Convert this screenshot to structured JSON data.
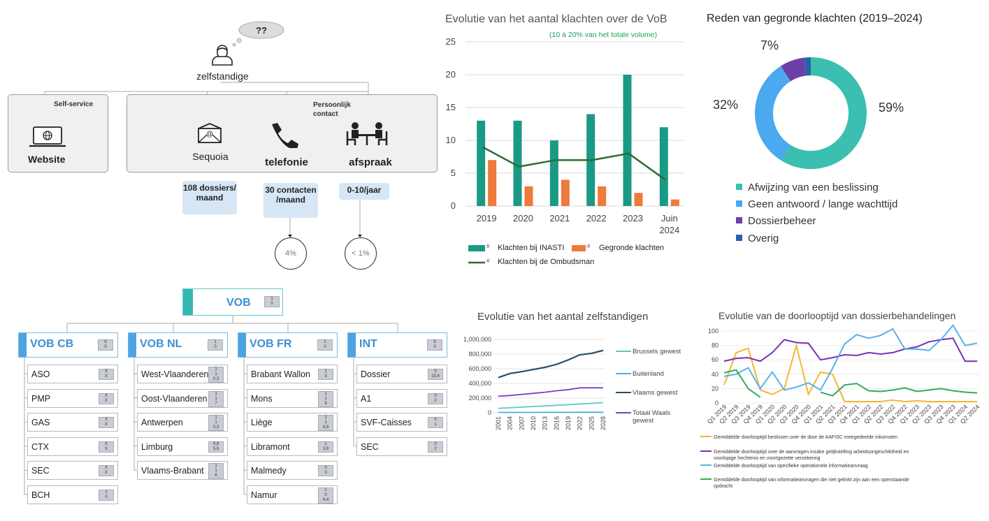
{
  "flow": {
    "bubble_text": "??",
    "person_label": "zelfstandige",
    "selfservice_label": "Self-service",
    "website_label": "Website",
    "personal_label": "Persoonlijk contact",
    "channels": [
      {
        "name": "Sequoia",
        "icon": "mail-icon",
        "stat": "108 dossiers/ maand"
      },
      {
        "name": "telefonie",
        "icon": "phone-icon",
        "stat": "30 contacten /maand",
        "share": "4%"
      },
      {
        "name": "afspraak",
        "icon": "meeting-icon",
        "stat": "0-10/jaar",
        "share": "< 1%"
      }
    ]
  },
  "org": {
    "root": {
      "name": "VOB",
      "values": [
        "1",
        "0"
      ]
    },
    "columns": [
      {
        "name": "VOB CB",
        "values": [
          "X",
          "0"
        ],
        "items": [
          {
            "name": "ASO",
            "values": [
              "X",
              "X"
            ]
          },
          {
            "name": "PMP",
            "values": [
              "X",
              "X"
            ]
          },
          {
            "name": "GAS",
            "values": [
              "X",
              "X"
            ]
          },
          {
            "name": "CTX",
            "values": [
              "X",
              "X"
            ]
          },
          {
            "name": "SEC",
            "values": [
              "X",
              "X"
            ]
          },
          {
            "name": "BCH",
            "values": [
              "1",
              "0"
            ]
          }
        ]
      },
      {
        "name": "VOB NL",
        "values": [
          "1",
          "0"
        ],
        "items": [
          {
            "name": "West-Vlaanderen",
            "values": [
              "1",
              "1",
              "0,3"
            ]
          },
          {
            "name": "Oost-Vlaanderen",
            "values": [
              "1",
              "1",
              "7"
            ]
          },
          {
            "name": "Antwerpen",
            "values": [
              "1",
              "1",
              "0,3"
            ]
          },
          {
            "name": "Limburg",
            "values": [
              "0,8",
              "5,6"
            ]
          },
          {
            "name": "Vlaams-Brabant",
            "values": [
              "1",
              "1",
              "6"
            ]
          }
        ]
      },
      {
        "name": "VOB FR",
        "values": [
          "1",
          "0"
        ],
        "items": [
          {
            "name": "Brabant Wallon",
            "values": [
              "1",
              "3"
            ]
          },
          {
            "name": "Mons",
            "values": [
              "1",
              "1",
              "8"
            ]
          },
          {
            "name": "Liège",
            "values": [
              "1",
              "1",
              "6,9"
            ]
          },
          {
            "name": "Libramont",
            "values": [
              "1",
              "3,8"
            ]
          },
          {
            "name": "Malmedy",
            "values": [
              "0",
              "3"
            ]
          },
          {
            "name": "Namur",
            "values": [
              "1",
              "0",
              "4,4"
            ]
          }
        ]
      },
      {
        "name": "INT",
        "values": [
          "5",
          "0"
        ],
        "items": [
          {
            "name": "Dossier",
            "values": [
              "0",
              "15,6"
            ]
          },
          {
            "name": "A1",
            "values": [
              "0",
              "2"
            ]
          },
          {
            "name": "SVF-Caisses",
            "values": [
              "0",
              "1"
            ]
          },
          {
            "name": "SEC",
            "values": [
              "0",
              "2"
            ]
          }
        ]
      }
    ]
  },
  "chart_data": [
    {
      "type": "bar",
      "title": "Evolutie van het aantal klachten over de VoB",
      "annotation": "(10 à 20% van het totale volume)",
      "categories": [
        "2019",
        "2020",
        "2021",
        "2022",
        "2023",
        "Juin 2024"
      ],
      "ylim": [
        0,
        25
      ],
      "yticks": [
        0,
        5,
        10,
        15,
        20,
        25
      ],
      "grid": true,
      "series": [
        {
          "name": "Klachten bij INASTI",
          "kind": "bar",
          "color": "#1a9a84",
          "values": [
            13,
            13,
            10,
            14,
            20,
            12
          ]
        },
        {
          "name": "Gegronde klachten",
          "kind": "bar",
          "color": "#ee7a3b",
          "values": [
            7,
            3,
            4,
            3,
            2,
            1
          ]
        },
        {
          "name": "Klachten bij de Ombudsman",
          "kind": "line",
          "color": "#2e6b33",
          "values": [
            9,
            6,
            7,
            7,
            8,
            4
          ]
        }
      ],
      "legend_prefix": "#"
    },
    {
      "type": "pie",
      "title": "Reden van gegronde klachten (2019–2024)",
      "slices": [
        {
          "label": "Afwijzing van een beslissing",
          "value": 59,
          "display": "59%",
          "color": "#3bbfb1"
        },
        {
          "label": "Geen antwoord / lange wachttijd",
          "value": 32,
          "display": "32%",
          "color": "#4aa9ef"
        },
        {
          "label": "Dossierbeheer",
          "value": 7,
          "display": "7%",
          "color": "#6d3ea7"
        },
        {
          "label": "Overig",
          "value": 2,
          "display": "",
          "color": "#2a62a6"
        }
      ]
    },
    {
      "type": "line",
      "title": "Evolutie van het aantal zelfstandigen",
      "x": [
        2001,
        2004,
        2007,
        2010,
        2013,
        2016,
        2019,
        2022,
        2025,
        2028
      ],
      "xticks": [
        "2001",
        "2004",
        "2007",
        "2010",
        "2013",
        "2016",
        "2019",
        "2022",
        "2025",
        "2028"
      ],
      "ylim": [
        0,
        1000000
      ],
      "yticks": [
        "0",
        "200,000",
        "400,000",
        "600,000",
        "800,000",
        "1,000,000"
      ],
      "series": [
        {
          "name": "Brussels gewest",
          "color": "#5cc9c9",
          "values": [
            60000,
            68000,
            77000,
            86000,
            93000,
            101000,
            110000,
            120000,
            128000,
            138000
          ]
        },
        {
          "name": "Buitenland",
          "color": "#4aa9ef",
          "values": [
            5000,
            5000,
            5000,
            5000,
            6000,
            6000,
            6000,
            7000,
            7000,
            7000
          ]
        },
        {
          "name": "Vlaams gewest",
          "color": "#24506a",
          "values": [
            480000,
            535000,
            560000,
            590000,
            620000,
            660000,
            720000,
            790000,
            810000,
            850000
          ]
        },
        {
          "name": "Totaal Waals gewest",
          "color": "#7a3ec9",
          "values": [
            225000,
            235000,
            250000,
            265000,
            280000,
            300000,
            315000,
            340000,
            340000,
            340000
          ]
        }
      ]
    },
    {
      "type": "line",
      "title": "Evolutie van de doorlooptijd van dossierbehandelingen",
      "categories": [
        "Q1 2019",
        "Q2 2019",
        "Q3 2019",
        "Q4 2019",
        "Q1 2020",
        "Q2 2020",
        "Q3 2020",
        "Q4 2020",
        "Q1 2021",
        "Q2 2021",
        "Q3 2021",
        "Q4 2021",
        "Q1 2022",
        "Q2 2022",
        "Q3 2022",
        "Q4 2022",
        "Q1 2023",
        "Q2 2023",
        "Q3 2023",
        "Q4 2023",
        "Q1 2024",
        "Q2 2024"
      ],
      "ylim": [
        0,
        100
      ],
      "yticks": [
        0,
        20,
        40,
        60,
        80,
        100
      ],
      "series": [
        {
          "name": "Gemiddelde doorlooptijd beslissen over de door de AAFISC meegedeelde inkomsten",
          "color": "#f5b731",
          "values": [
            25,
            70,
            76,
            18,
            12,
            20,
            80,
            12,
            43,
            40,
            2,
            2,
            2,
            2,
            4,
            2,
            3,
            2,
            2,
            2,
            2,
            2
          ]
        },
        {
          "name": "Gemiddelde doorlooptijd over de aanvragen inzake gelijkstelling arbeidsongeschiktheid en voorlopige hechtenis en voortgezette verzekering",
          "color": "#7a2fb8",
          "values": [
            58,
            62,
            63,
            58,
            70,
            88,
            84,
            83,
            60,
            63,
            67,
            66,
            70,
            68,
            70,
            75,
            78,
            85,
            88,
            90,
            58,
            58
          ]
        },
        {
          "name": "Gemiddelde doorlooptijd van specifieke operationele informatieanvraag",
          "color": "#5ab0ec",
          "values": [
            37,
            40,
            49,
            20,
            43,
            18,
            22,
            28,
            18,
            48,
            82,
            95,
            90,
            94,
            103,
            75,
            75,
            73,
            88,
            108,
            80,
            83
          ]
        },
        {
          "name": "Gemiddelde doorlooptijd van informatieanvragen die niet gelinkt zijn aan een openstaande opdracht",
          "color": "#2fae5a",
          "values": [
            42,
            46,
            20,
            8,
            null,
            null,
            null,
            null,
            15,
            10,
            25,
            27,
            17,
            16,
            18,
            21,
            16,
            18,
            20,
            17,
            15,
            14
          ]
        }
      ]
    }
  ]
}
